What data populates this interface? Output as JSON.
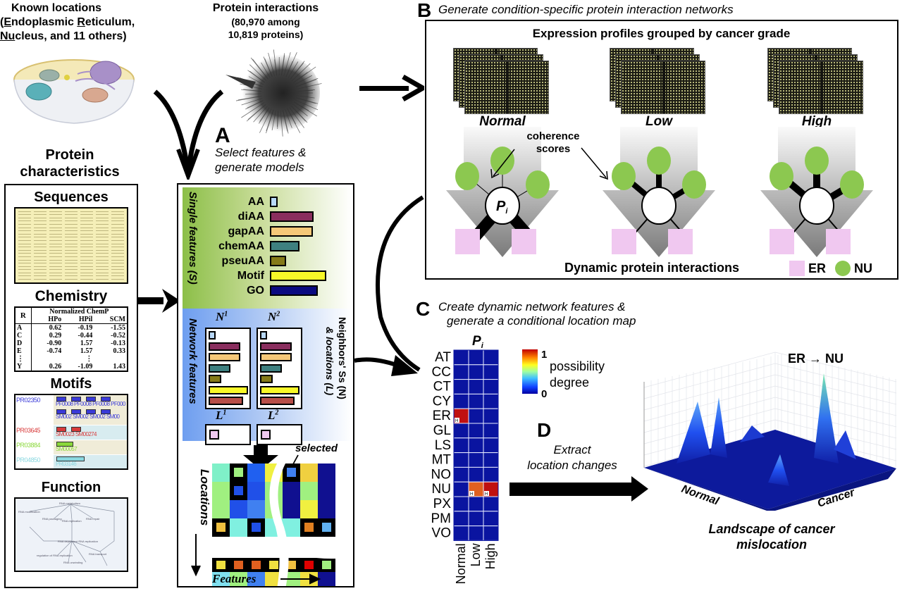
{
  "known_locations": {
    "title": "Known locations",
    "line2": "(Endoplasmic Reticulum,",
    "line3": "Nucleus, and 11 others)"
  },
  "protein_interactions": {
    "title": "Protein interactions",
    "line2": "(80,970 among",
    "line3": "10,819 proteins)"
  },
  "protein_characteristics": {
    "title_line1": "Protein",
    "title_line2": "characteristics",
    "sequences_title": "Sequences",
    "chemistry_title": "Chemistry",
    "chemistry_table": {
      "header_group": "Normalized ChemP",
      "row_header": "R",
      "columns": [
        "HPo",
        "HPil",
        "SCM"
      ],
      "rows": [
        {
          "r": "A",
          "values": [
            "0.62",
            "-0.19",
            "-1.55"
          ]
        },
        {
          "r": "C",
          "values": [
            "0.29",
            "-0.44",
            "-0.52"
          ]
        },
        {
          "r": "D",
          "values": [
            "-0.90",
            "1.57",
            "-0.13"
          ]
        },
        {
          "r": "E",
          "values": [
            "-0.74",
            "1.57",
            "0.33"
          ]
        },
        {
          "r": "⋮",
          "values": [
            "",
            "⋮",
            ""
          ]
        },
        {
          "r": "Y",
          "values": [
            "0.26",
            "-1.09",
            "1.43"
          ]
        }
      ]
    },
    "motifs_title": "Motifs",
    "motifs": [
      {
        "id": "PR02350",
        "labels": [
          "PF0008 PF0008 PF0008 PF000",
          "SM002 SM002 SM002 SM00"
        ],
        "color": "#3a3ad8"
      },
      {
        "id": "PR03645",
        "labels": [
          "SM0023 SM00274"
        ],
        "color": "#d83a3a"
      },
      {
        "id": "PR03884",
        "labels": [
          "SM00057"
        ],
        "color": "#8ad83a"
      },
      {
        "id": "PR04850",
        "labels": [
          "PR03146"
        ],
        "color": "#8ad8e0"
      }
    ],
    "function_title": "Function",
    "function_nodes": [
      "RNA metabolism",
      "RNA modification",
      "RNA packaging",
      "RNA replication",
      "RNA repair",
      "RNA dependent RNA replication",
      "regulation of RNA replication",
      "RNA unwinding",
      "RNA transport"
    ]
  },
  "panel_a": {
    "letter": "A",
    "caption_line1": "Select features &",
    "caption_line2": "generate models",
    "single_features_label": "Single features (S)",
    "network_features_label": "Network features",
    "neighbors_label_line1": "Neighbors' Ss (N)",
    "neighbors_label_line2": "& locations (L)",
    "features": [
      {
        "name": "AA",
        "value": 0.07,
        "color": "#b8d8f8"
      },
      {
        "name": "diAA",
        "value": 0.58,
        "color": "#8a2e5e"
      },
      {
        "name": "gapAA",
        "value": 0.57,
        "color": "#f5c878"
      },
      {
        "name": "chemAA",
        "value": 0.38,
        "color": "#3e8080"
      },
      {
        "name": "pseuAA",
        "value": 0.19,
        "color": "#857a18"
      },
      {
        "name": "Motif",
        "value": 0.76,
        "color": "#f8f828"
      },
      {
        "name": "GO",
        "value": 0.64,
        "color": "#0a0a80"
      }
    ],
    "n1_label": "N",
    "n1_sup": "1",
    "n2_label": "N",
    "n2_sup": "2",
    "n_bars": [
      {
        "value": 0.12,
        "color": "#b8d8f8"
      },
      {
        "value": 0.78,
        "color": "#8a2e5e"
      },
      {
        "value": 0.78,
        "color": "#f5c878"
      },
      {
        "value": 0.52,
        "color": "#3e8080"
      },
      {
        "value": 0.26,
        "color": "#857a18"
      },
      {
        "value": 1.0,
        "color": "#f8f828"
      },
      {
        "value": 0.86,
        "color": "#b84e48"
      }
    ],
    "l1_label": "L",
    "l1_sup": "1",
    "l2_label": "L",
    "l2_sup": "2",
    "l_color": "#f0c8f0",
    "selected_label": "selected",
    "locations_axis": "Locations",
    "features_axis": "Features"
  },
  "panel_b": {
    "letter": "B",
    "caption": "Generate condition-specific protein interaction networks",
    "expression_title": "Expression profiles grouped by cancer grade",
    "conditions": [
      "Normal",
      "Low",
      "High"
    ],
    "coherence_line1": "coherence",
    "coherence_line2": "scores",
    "center_node": "P",
    "center_node_sub": "i",
    "dynamic_title": "Dynamic protein interactions",
    "legend": [
      {
        "label": "ER",
        "shape": "square",
        "color": "#f0c8f0"
      },
      {
        "label": "NU",
        "shape": "circle",
        "color": "#8cc850"
      }
    ]
  },
  "panel_c": {
    "letter": "C",
    "caption_line1": "Create dynamic network features  &",
    "caption_line2": "generate a conditional location map",
    "heatmap_title": "P",
    "heatmap_title_sub": "i",
    "colorbar_max": "1",
    "colorbar_min": "0",
    "colorbar_label_line1": "possibility",
    "colorbar_label_line2": "degree"
  },
  "panel_d": {
    "letter": "D",
    "caption_line1": "Extract",
    "caption_line2": "location changes",
    "landscape_title": "ER → NU",
    "axis_normal": "Normal",
    "axis_cancer": "Cancer",
    "caption_bottom_line1": "Landscape of cancer",
    "caption_bottom_line2": "mislocation"
  },
  "chart_data": {
    "type": "heatmap",
    "title": "Pi",
    "x": [
      "Normal",
      "Low",
      "High"
    ],
    "y": [
      "AT",
      "CC",
      "CT",
      "CY",
      "ER",
      "GL",
      "LS",
      "MT",
      "NO",
      "NU",
      "PX",
      "PM",
      "VO"
    ],
    "values": [
      [
        0,
        0,
        0
      ],
      [
        0,
        0,
        0
      ],
      [
        0,
        0,
        0
      ],
      [
        0,
        0,
        0
      ],
      [
        0.95,
        0,
        0
      ],
      [
        0,
        0,
        0
      ],
      [
        0,
        0,
        0
      ],
      [
        0,
        0,
        0
      ],
      [
        0,
        0,
        0
      ],
      [
        0,
        0.85,
        0.95
      ],
      [
        0,
        0,
        0
      ],
      [
        0,
        0,
        0
      ],
      [
        0,
        0,
        0
      ]
    ],
    "markers": [
      {
        "row": "ER",
        "col": "Normal",
        "label": "H"
      },
      {
        "row": "NU",
        "col": "Low",
        "label": "H"
      },
      {
        "row": "NU",
        "col": "High",
        "label": "H"
      }
    ],
    "colorbar": {
      "label": "possibility degree",
      "range": [
        0,
        1
      ]
    }
  }
}
